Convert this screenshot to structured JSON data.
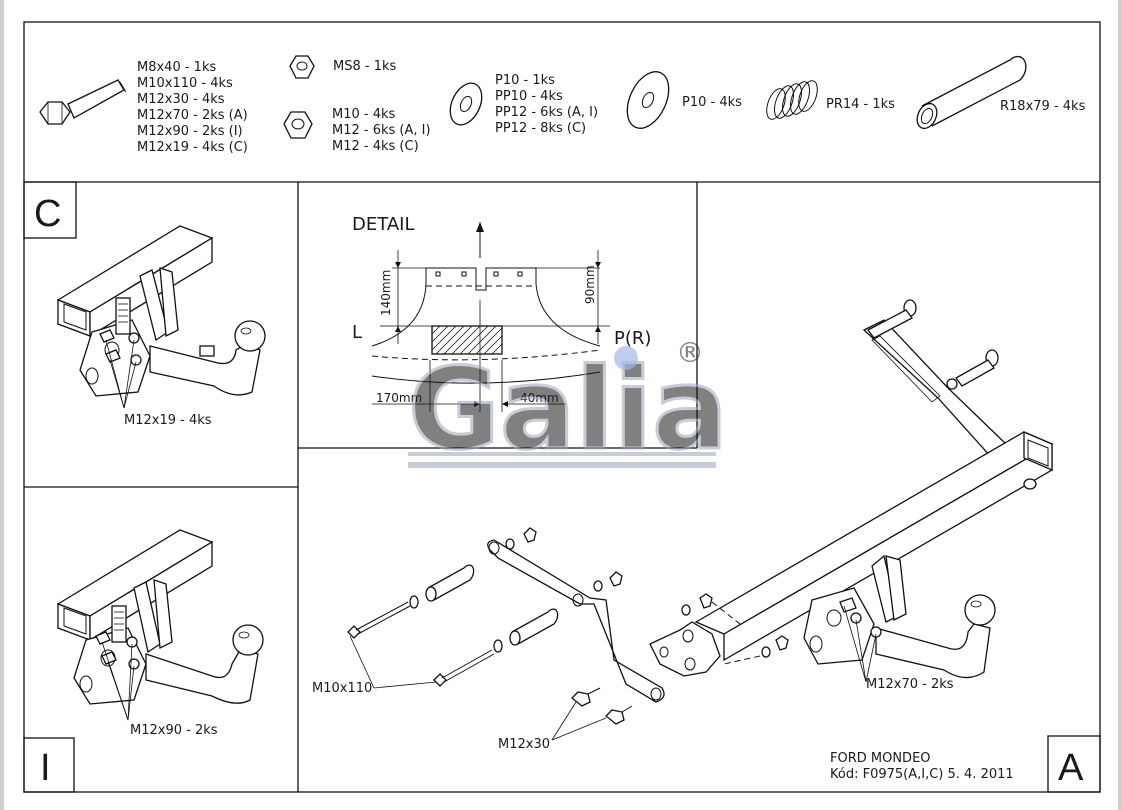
{
  "parts": {
    "bolts": [
      "M8x40 - 1ks",
      "M10x110 - 4ks",
      "M12x30 - 4ks",
      "M12x70 - 2ks (A)",
      "M12x90 - 2ks (I)",
      "M12x19 - 4ks (C)"
    ],
    "nut_ms8": "MS8 - 1ks",
    "nuts": [
      "M10 - 4ks",
      "M12 - 6ks (A, I)",
      "M12 - 4ks (C)"
    ],
    "washers": [
      "P10 - 1ks",
      "PP10 - 4ks",
      "PP12 - 6ks (A, I)",
      "PP12 - 8ks (C)"
    ],
    "large_washer": "P10 - 4ks",
    "spring_washer": "PR14 - 1ks",
    "tube": "R18x79 - 4ks"
  },
  "panel_c": {
    "letter": "C",
    "callout": "M12x19 - 4ks"
  },
  "panel_i": {
    "letter": "I",
    "callout": "M12x90 - 2ks"
  },
  "panel_a": {
    "letter": "A",
    "callout_m12x70": "M12x70 - 2ks",
    "callout_m10x110": "M10x110",
    "callout_m12x30": "M12x30",
    "vehicle": "FORD MONDEO",
    "code": "Kód: F0975(A,I,C)  5. 4. 2011"
  },
  "detail": {
    "title": "DETAIL",
    "dim_140": "140mm",
    "dim_90": "90mm",
    "label_l": "L",
    "label_pr": "P(R)",
    "dim_170": "170mm",
    "dim_40": "40mm"
  },
  "watermark": {
    "text": "Galia",
    "registered": "®"
  },
  "colors": {
    "watermark": "#9aa3b8",
    "line": "#111111"
  }
}
